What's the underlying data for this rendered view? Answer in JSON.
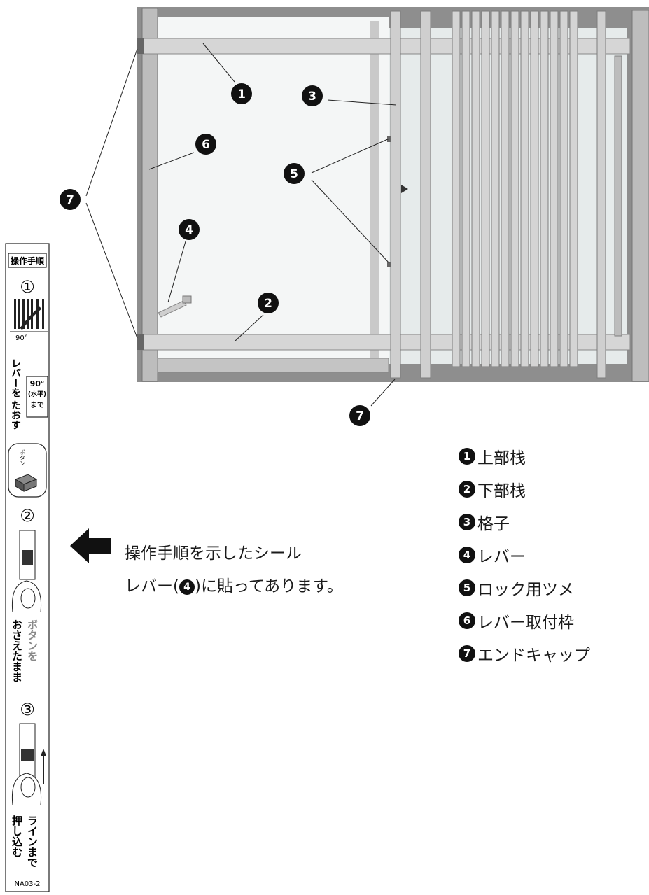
{
  "callouts": {
    "c1": "1",
    "c2": "2",
    "c3": "3",
    "c4": "4",
    "c5": "5",
    "c6": "6",
    "c7a": "7",
    "c7b": "7"
  },
  "legend": [
    {
      "num": "1",
      "label": "上部栈"
    },
    {
      "num": "2",
      "label": "下部栈"
    },
    {
      "num": "3",
      "label": "格子"
    },
    {
      "num": "4",
      "label": "レバー"
    },
    {
      "num": "5",
      "label": "ロック用ツメ"
    },
    {
      "num": "6",
      "label": "レバー取付枠"
    },
    {
      "num": "7",
      "label": "エンドキャップ"
    }
  ],
  "note": {
    "line1": "操作手順を示したシール",
    "line2_before": "レバー(",
    "line2_num": "4",
    "line2_after": ")に貼ってあります。"
  },
  "sticker": {
    "title": "操作手順",
    "step1": "①",
    "step1_angle": "90°",
    "step1_text_a": "レバーを",
    "step1_text_b": "たおす",
    "step1_box_a": "90°",
    "step1_box_b": "(水平)",
    "step1_box_c": "まで",
    "button_label": "ボタン",
    "step2": "②",
    "step2_text_a": "ボタンを",
    "step2_text_b": "おさえたまま",
    "step3": "③",
    "step3_text_a": "ラインまで",
    "step3_text_b": "押し込む",
    "code": "NA03-2"
  },
  "colors": {
    "frame": "#b9b9b9",
    "frame_dark": "#8a8a8a",
    "bar": "#d2d2d2",
    "glass": "#eef2f2",
    "ink": "#111111"
  }
}
